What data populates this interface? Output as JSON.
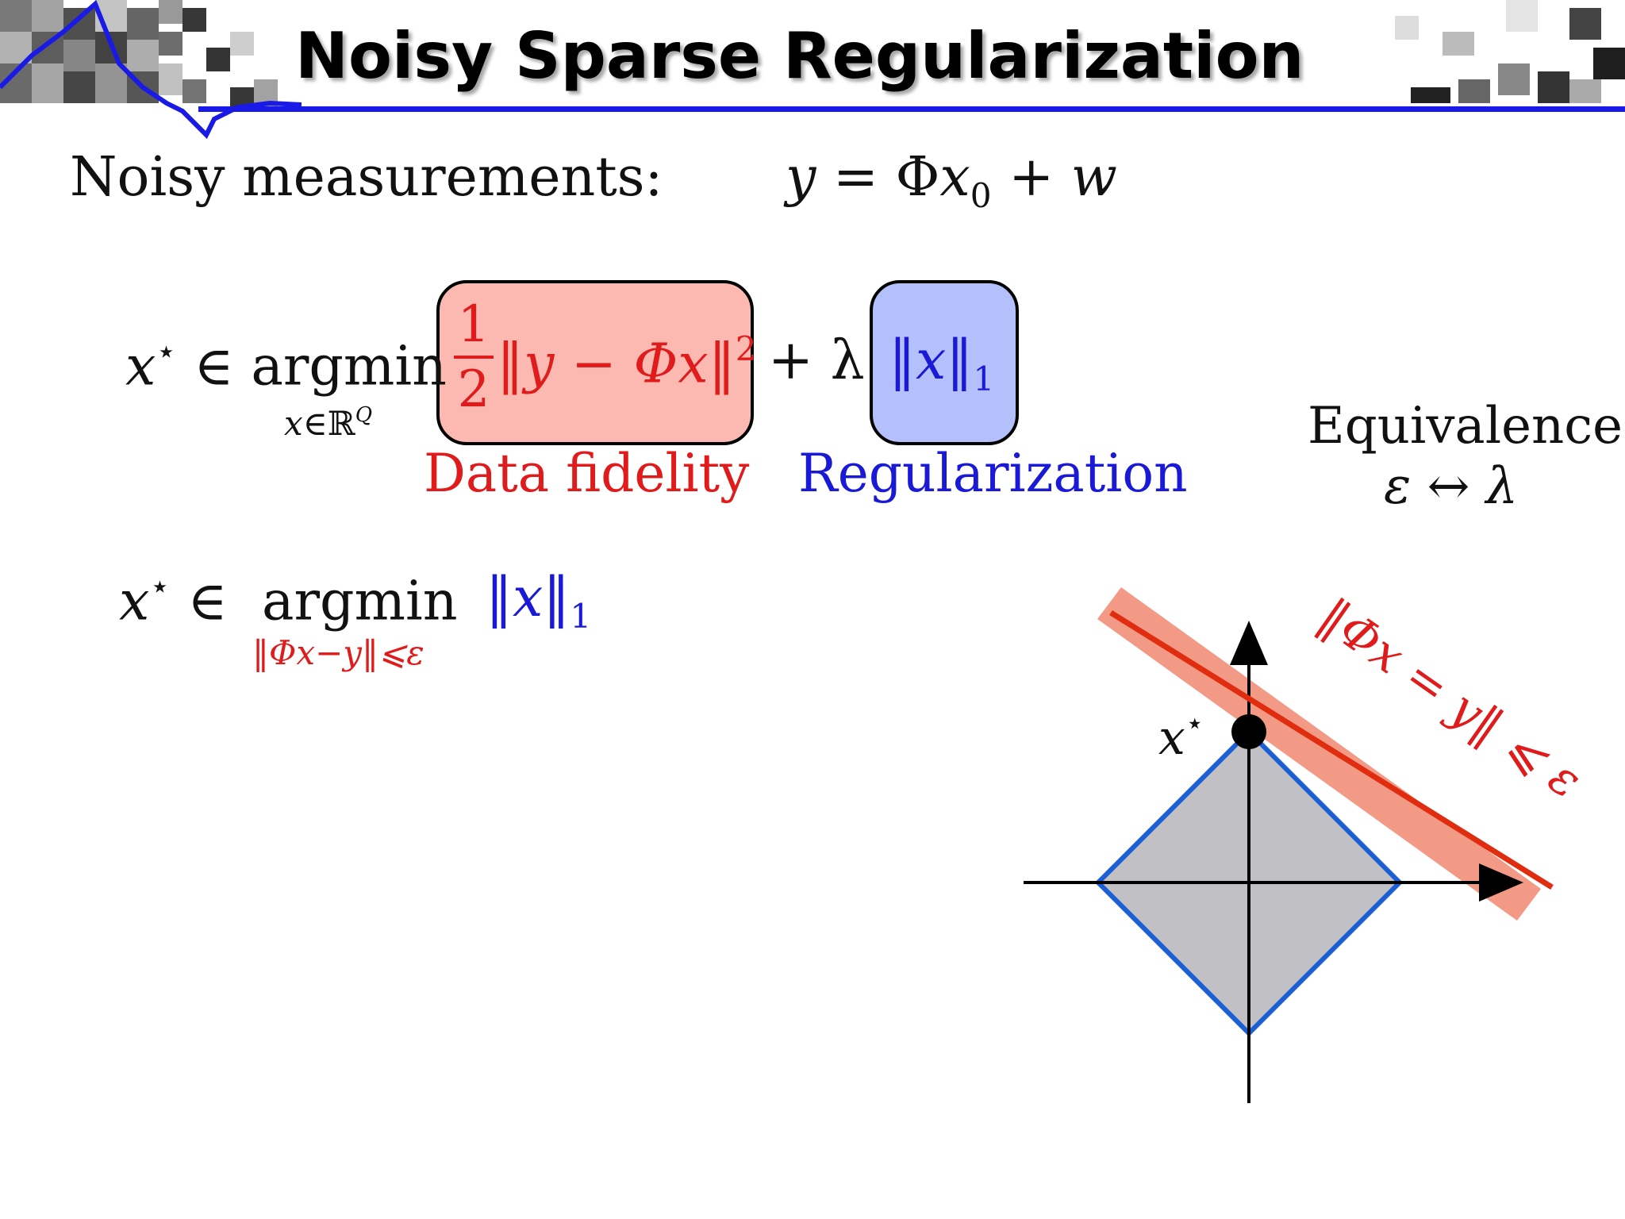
{
  "slide": {
    "title": "Noisy Sparse Regularization"
  },
  "measurements": {
    "label": "Noisy measurements:",
    "equation": {
      "lhs": "y",
      "equals": " = ",
      "operator": "Φ",
      "var": "x",
      "subscript": "0",
      "plus": " + ",
      "noise": "w"
    }
  },
  "formulation1": {
    "lhs_var": "x",
    "lhs_star": "⋆",
    "in": " ∈ ",
    "argmin": "argmin",
    "under_var": "x",
    "under_in": "∈ℝ",
    "under_sup": "Q",
    "frac_num": "1",
    "frac_den": "2",
    "fidelity_term": "‖y − Φx‖",
    "fidelity_sup": "2",
    "plus_lambda": "+ λ",
    "reg_term": "‖x‖",
    "reg_sub": "1",
    "label_fidelity": "Data fidelity",
    "label_regularization": "Regularization"
  },
  "equivalence": {
    "title": "Equivalence",
    "relation": "ε ↔ λ"
  },
  "formulation2": {
    "lhs_var": "x",
    "lhs_star": "⋆",
    "in": " ∈ ",
    "argmin": "argmin",
    "objective": "‖x‖",
    "objective_sub": "1",
    "constraint": "‖Φx−y‖⩽ε"
  },
  "diagram": {
    "point_label": "x",
    "point_star": "⋆",
    "band_label": "‖Φx = y‖ ⩽ ε"
  },
  "colors": {
    "fidelity_red": "#e01b1b",
    "fidelity_box": "#fbb9b1",
    "regularization_blue": "#1a1ad6",
    "regularization_box": "#b3c0fb",
    "diamond_fill": "#c1c0c4",
    "diamond_stroke": "#1b5fd6",
    "band_fill": "#f29a86",
    "title_rule": "#1a1ae6"
  },
  "icons": {
    "header_left": "pixelated-photo-with-signal-curve",
    "header_right": "pixelated-image-strip"
  }
}
